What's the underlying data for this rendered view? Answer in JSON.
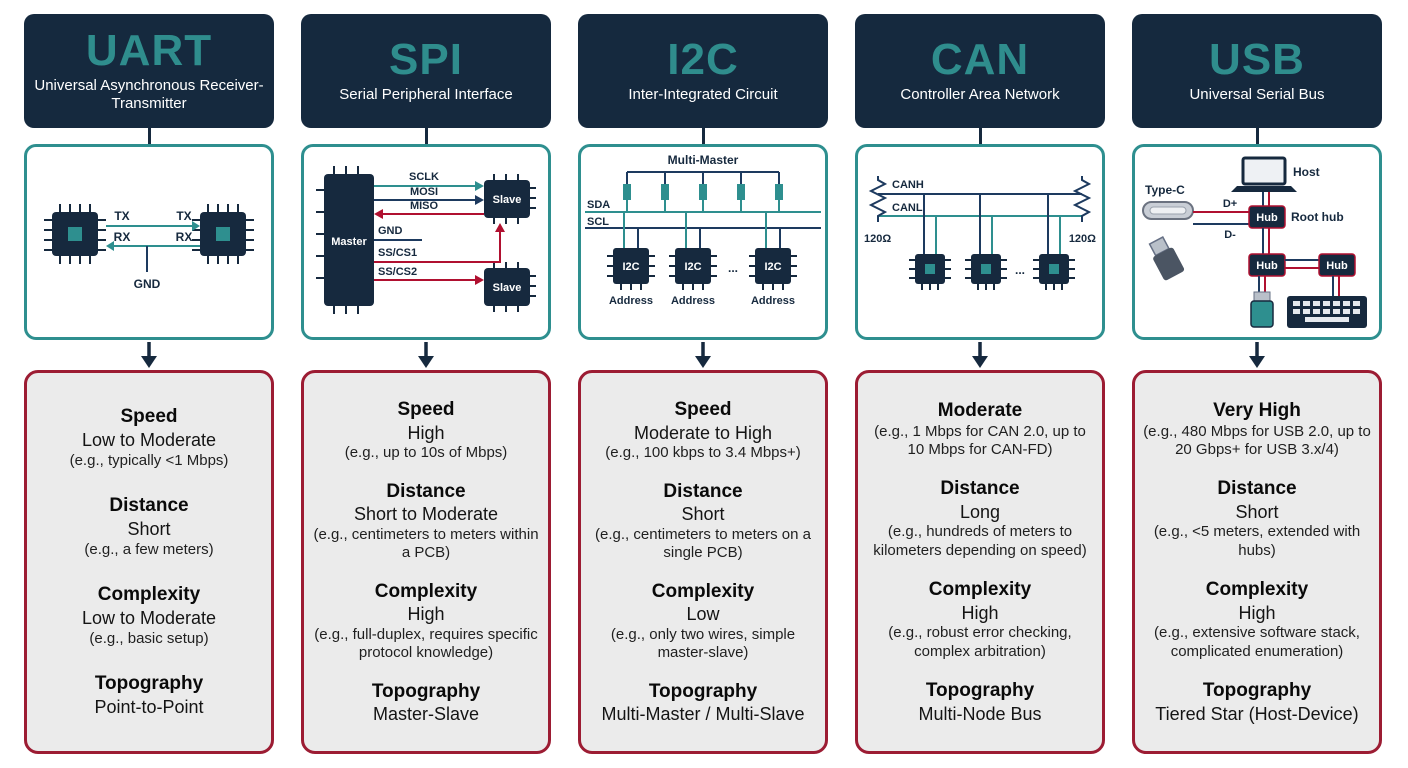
{
  "colors": {
    "header_bg": "#15293e",
    "title_teal": "#2f8d8d",
    "diagram_border": "#2e8f8f",
    "spec_border": "#9c1c33",
    "spec_bg": "#ebebeb",
    "accent_red": "#b01030",
    "navy": "#1d3a5f"
  },
  "columns": [
    {
      "id": "uart",
      "title": "UART",
      "subtitle": "Universal Asynchronous Receiver-Transmitter",
      "diagram": {
        "tx": "TX",
        "rx": "RX",
        "gnd": "GND"
      },
      "specs": [
        {
          "heading": "Speed",
          "value": "Low to Moderate",
          "example": "(e.g., typically <1 Mbps)"
        },
        {
          "heading": "Distance",
          "value": "Short",
          "example": "(e.g., a few meters)"
        },
        {
          "heading": "Complexity",
          "value": "Low to Moderate",
          "example": "(e.g., basic setup)"
        },
        {
          "heading": "Topography",
          "value": "Point-to-Point",
          "example": ""
        }
      ]
    },
    {
      "id": "spi",
      "title": "SPI",
      "subtitle": "Serial Peripheral Interface",
      "diagram": {
        "master": "Master",
        "slave": "Slave",
        "sclk": "SCLK",
        "mosi": "MOSI",
        "miso": "MISO",
        "gnd": "GND",
        "ss1": "SS/CS1",
        "ss2": "SS/CS2"
      },
      "specs": [
        {
          "heading": "Speed",
          "value": "High",
          "example": "(e.g., up to 10s of Mbps)"
        },
        {
          "heading": "Distance",
          "value": "Short to Moderate",
          "example": "(e.g., centimeters to meters within a PCB)"
        },
        {
          "heading": "Complexity",
          "value": "High",
          "example": "(e.g., full-duplex, requires specific protocol knowledge)"
        },
        {
          "heading": "Topography",
          "value": "Master-Slave",
          "example": ""
        }
      ]
    },
    {
      "id": "i2c",
      "title": "I2C",
      "subtitle": "Inter-Integrated Circuit",
      "diagram": {
        "multi_master": "Multi-Master",
        "sda": "SDA",
        "scl": "SCL",
        "chip": "I2C",
        "address": "Address",
        "dots": "..."
      },
      "specs": [
        {
          "heading": "Speed",
          "value": "Moderate to High",
          "example": "(e.g., 100 kbps to 3.4 Mbps+)"
        },
        {
          "heading": "Distance",
          "value": "Short",
          "example": "(e.g., centimeters to meters on a single PCB)"
        },
        {
          "heading": "Complexity",
          "value": "Low",
          "example": "(e.g., only two wires, simple master-slave)"
        },
        {
          "heading": "Topography",
          "value": "Multi-Master / Multi-Slave",
          "example": ""
        }
      ]
    },
    {
      "id": "can",
      "title": "CAN",
      "subtitle": "Controller Area Network",
      "diagram": {
        "canh": "CANH",
        "canl": "CANL",
        "termination": "120Ω",
        "dots": "..."
      },
      "specs": [
        {
          "heading": "Moderate",
          "value": "",
          "example": "(e.g., 1 Mbps for CAN 2.0, up to 10 Mbps for CAN-FD)"
        },
        {
          "heading": "Distance",
          "value": "Long",
          "example": "(e.g., hundreds of meters to kilometers depending on speed)"
        },
        {
          "heading": "Complexity",
          "value": "High",
          "example": "(e.g., robust error checking, complex arbitration)"
        },
        {
          "heading": "Topography",
          "value": "Multi-Node Bus",
          "example": ""
        }
      ]
    },
    {
      "id": "usb",
      "title": "USB",
      "subtitle": "Universal Serial Bus",
      "diagram": {
        "type_c": "Type-C",
        "host": "Host",
        "root_hub": "Root hub",
        "hub": "Hub",
        "d_plus": "D+",
        "d_minus": "D-"
      },
      "specs": [
        {
          "heading": "Very High",
          "value": "",
          "example": "(e.g., 480 Mbps for USB 2.0, up to 20 Gbps+ for USB 3.x/4)"
        },
        {
          "heading": "Distance",
          "value": "Short",
          "example": "(e.g., <5 meters, extended with hubs)"
        },
        {
          "heading": "Complexity",
          "value": "High",
          "example": "(e.g., extensive software stack, complicated enumeration)"
        },
        {
          "heading": "Topography",
          "value": "Tiered Star (Host-Device)",
          "example": ""
        }
      ]
    }
  ]
}
